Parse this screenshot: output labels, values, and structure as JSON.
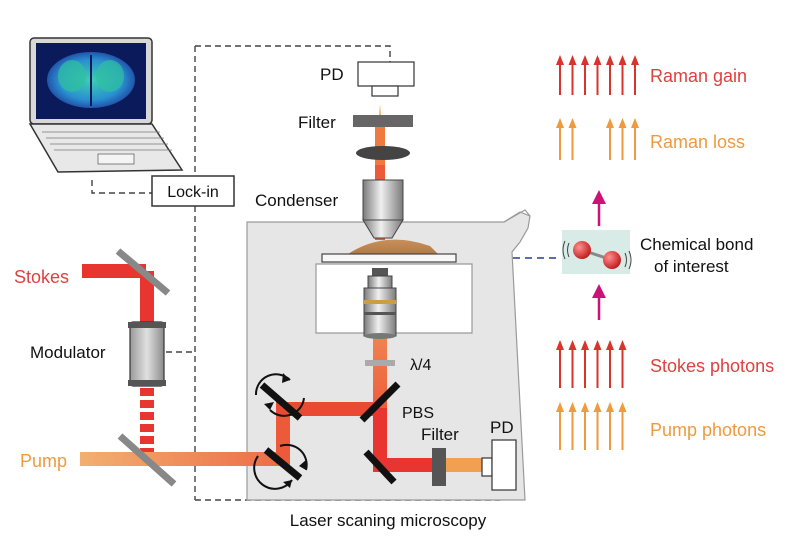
{
  "labels": {
    "pd_top": "PD",
    "filter_top": "Filter",
    "condenser": "Condenser",
    "lock_in": "Lock-in",
    "stokes": "Stokes",
    "modulator": "Modulator",
    "pump": "Pump",
    "lambda4": "λ/4",
    "pbs": "PBS",
    "filter_bottom": "Filter",
    "pd_bottom": "PD",
    "microscopy": "Laser scaning microscopy",
    "raman_gain": "Raman gain",
    "raman_loss": "Raman loss",
    "chemical_bond_line1": "Chemical bond",
    "chemical_bond_line2": "of interest",
    "stokes_photons": "Stokes photons",
    "pump_photons": "Pump photons"
  },
  "arrows": {
    "raman_gain_count": 7,
    "raman_loss_count": 5,
    "stokes_photons_count": 6,
    "pump_photons_count": 6
  },
  "colors": {
    "stokes_beam": "#e8352f",
    "pump_beam": "#f0a050",
    "gain_arrow": "#d9342b",
    "loss_arrow": "#ee9a3e",
    "transition_arrow": "#cc1177",
    "label_red": "#e04040",
    "label_orange": "#ee9a3e",
    "microscope_body": "#e6e6e6",
    "molecule_box": "#d8ebe6",
    "atom": "#e03030"
  }
}
